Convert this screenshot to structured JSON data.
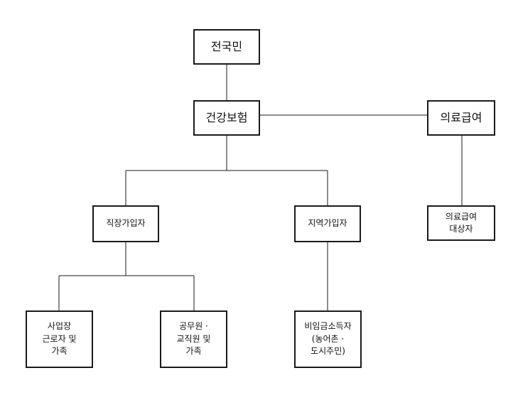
{
  "diagram": {
    "nodes": {
      "all_citizens": "전국민",
      "health_insurance": "건강보험",
      "medical_aid": "의료급여",
      "workplace": "직장가입자",
      "regional": "지역가입자",
      "medical_aid_target": [
        "의료급여",
        "대상자"
      ],
      "employees": [
        "사업장",
        "근로자 및",
        "가족"
      ],
      "civil_servants": [
        "공무원 ·",
        "교직원 및",
        "가족"
      ],
      "non_wage": [
        "비임금소득자",
        "(농어촌 ·",
        "도시주민)"
      ]
    }
  }
}
